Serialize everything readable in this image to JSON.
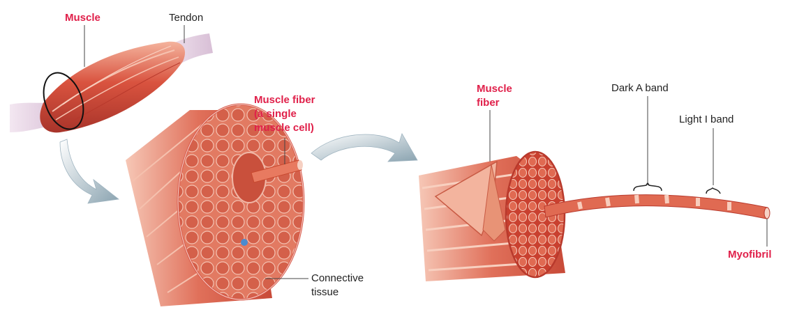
{
  "labels": {
    "muscle": "Muscle",
    "tendon": "Tendon",
    "muscle_fiber_line1": "Muscle fiber",
    "muscle_fiber_line2": "(a single",
    "muscle_fiber_line3": "muscle cell)",
    "connective_line1": "Connective",
    "connective_line2": "tissue",
    "fiber2_line1": "Muscle",
    "fiber2_line2": "fiber",
    "dark_a_band": "Dark A band",
    "light_i_band": "Light I band",
    "myofibril": "Myofibril"
  },
  "colors": {
    "muscle_red": "#d9533f",
    "muscle_light": "#f3a48c",
    "muscle_dark": "#b83a2c",
    "tendon": "#e8d6e6",
    "arrow": "#9db3bf",
    "label_red": "#e0204a"
  }
}
